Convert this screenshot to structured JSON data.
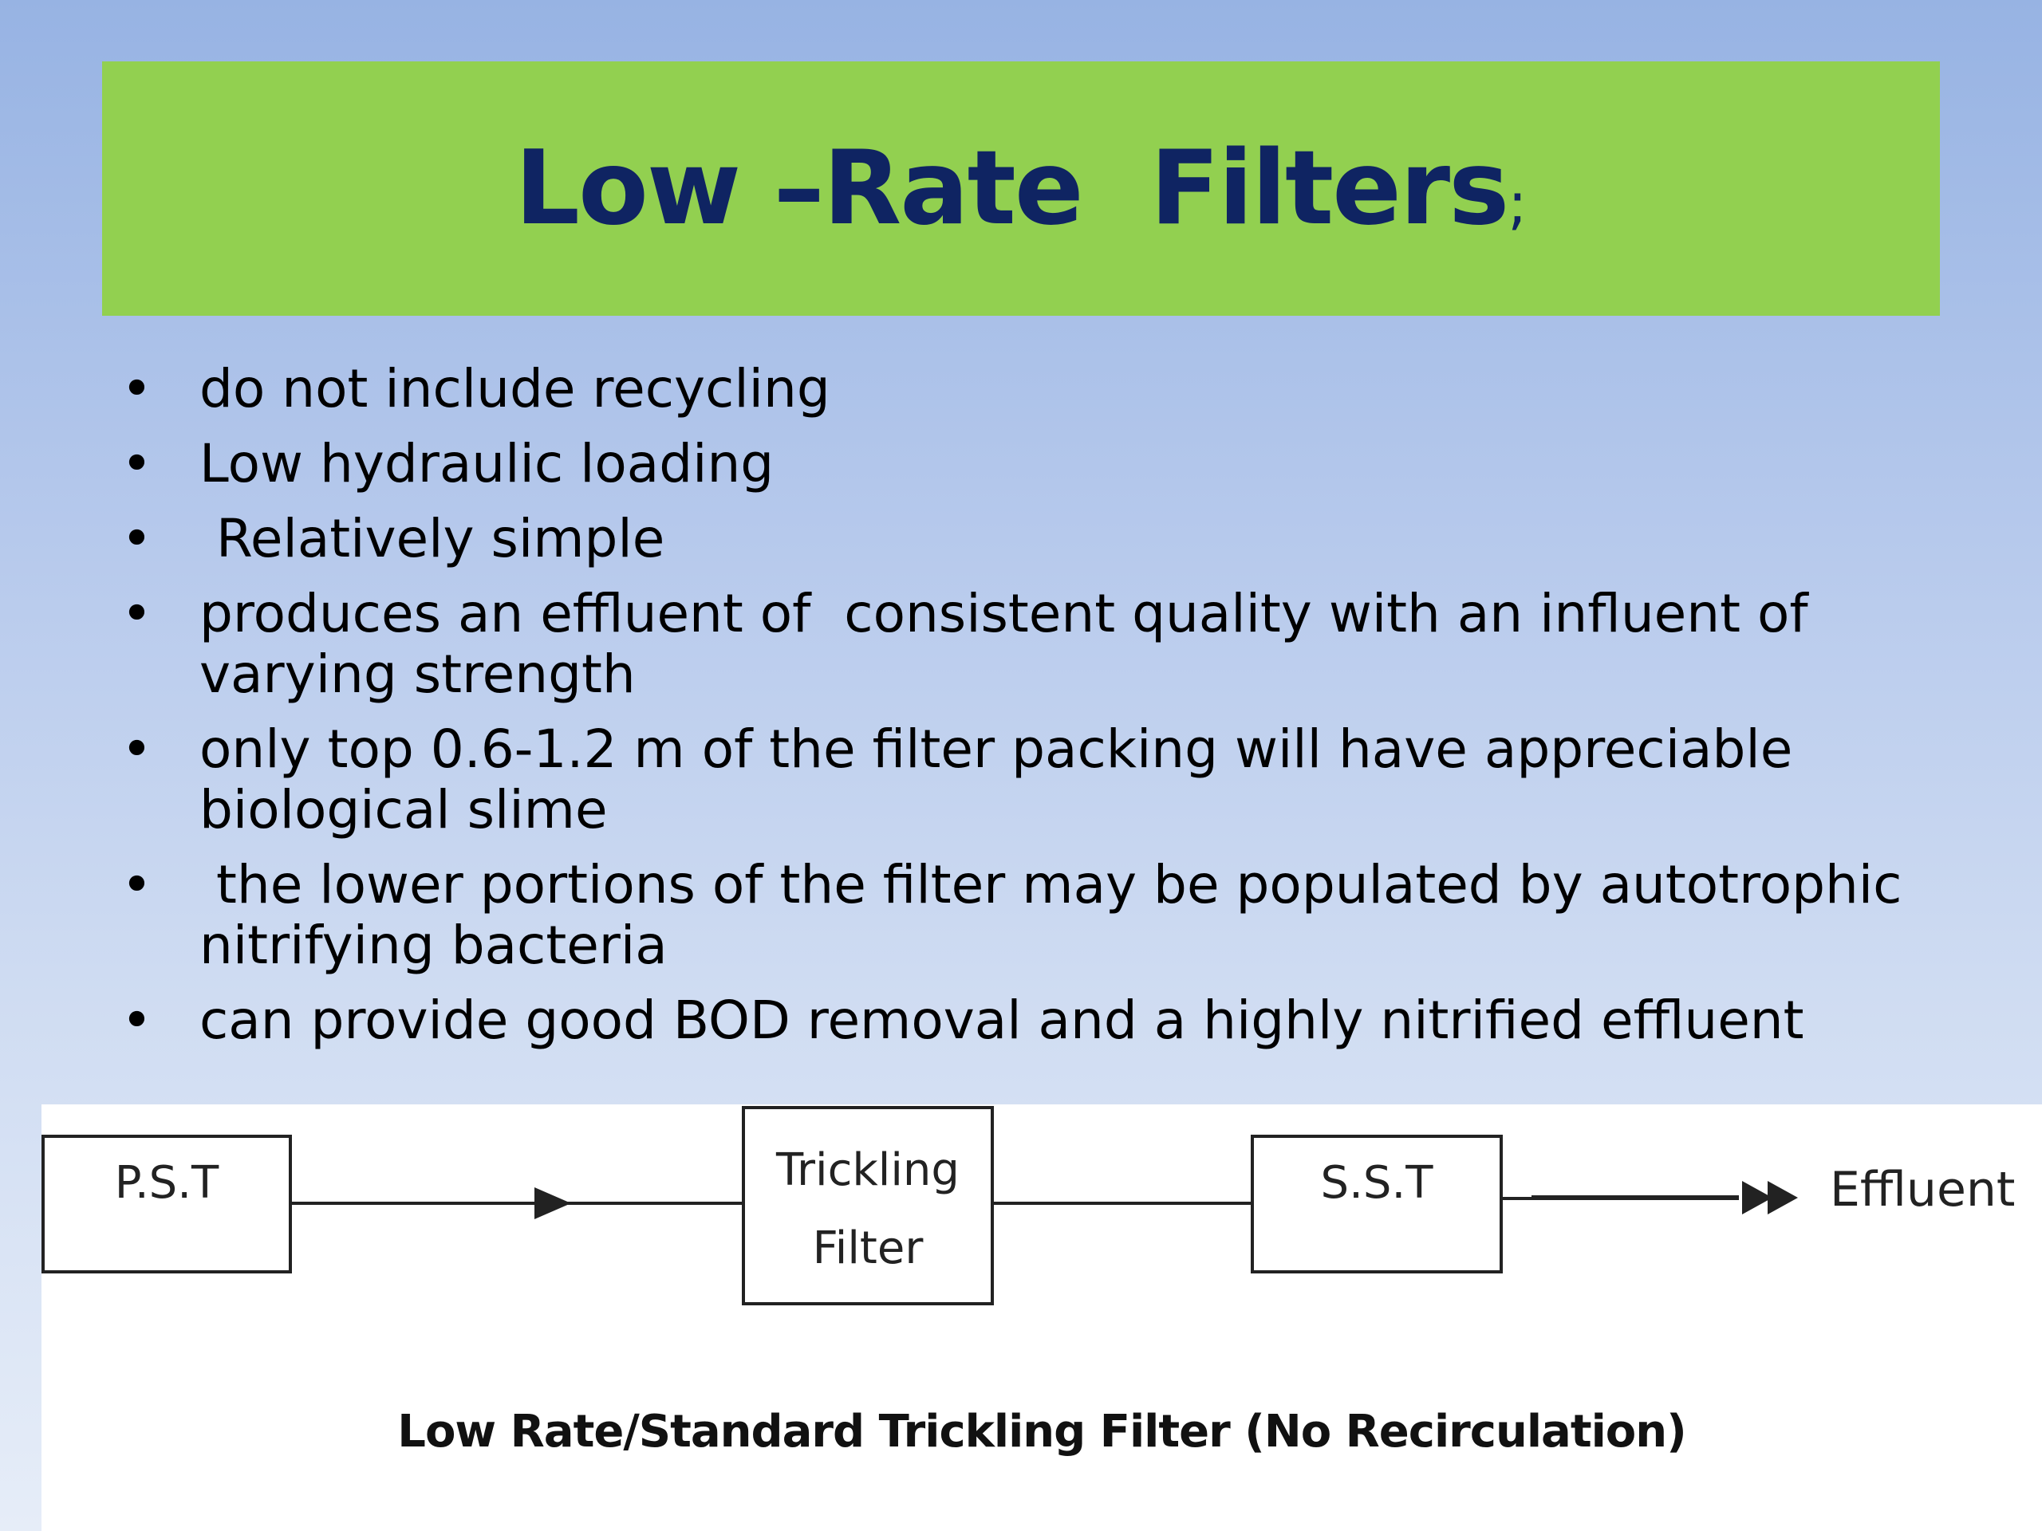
{
  "slide": {
    "title": "Low –Rate  Filters",
    "title_suffix": ";",
    "banner_color": "#92d050",
    "title_color": "#0f2462",
    "bullet_glyph": "•",
    "bullets": [
      "do not include recycling",
      "Low hydraulic loading",
      " Relatively simple",
      "produces an effluent of  consistent quality with an influent of\nvarying strength",
      "only top 0.6-1.2 m of the filter packing will have appreciable\nbiological slime",
      " the lower portions of the filter may be populated by autotrophic\nnitrifying bacteria",
      "can provide good BOD removal and a highly nitrified effluent"
    ]
  },
  "diagram": {
    "nodes": {
      "pst": "P.S.T",
      "trickling_line1": "Trickling",
      "trickling_line2": "Filter",
      "sst": "S.S.T"
    },
    "output_label": "Effluent",
    "caption": "Low Rate/Standard Trickling Filter (No Recirculation)"
  }
}
